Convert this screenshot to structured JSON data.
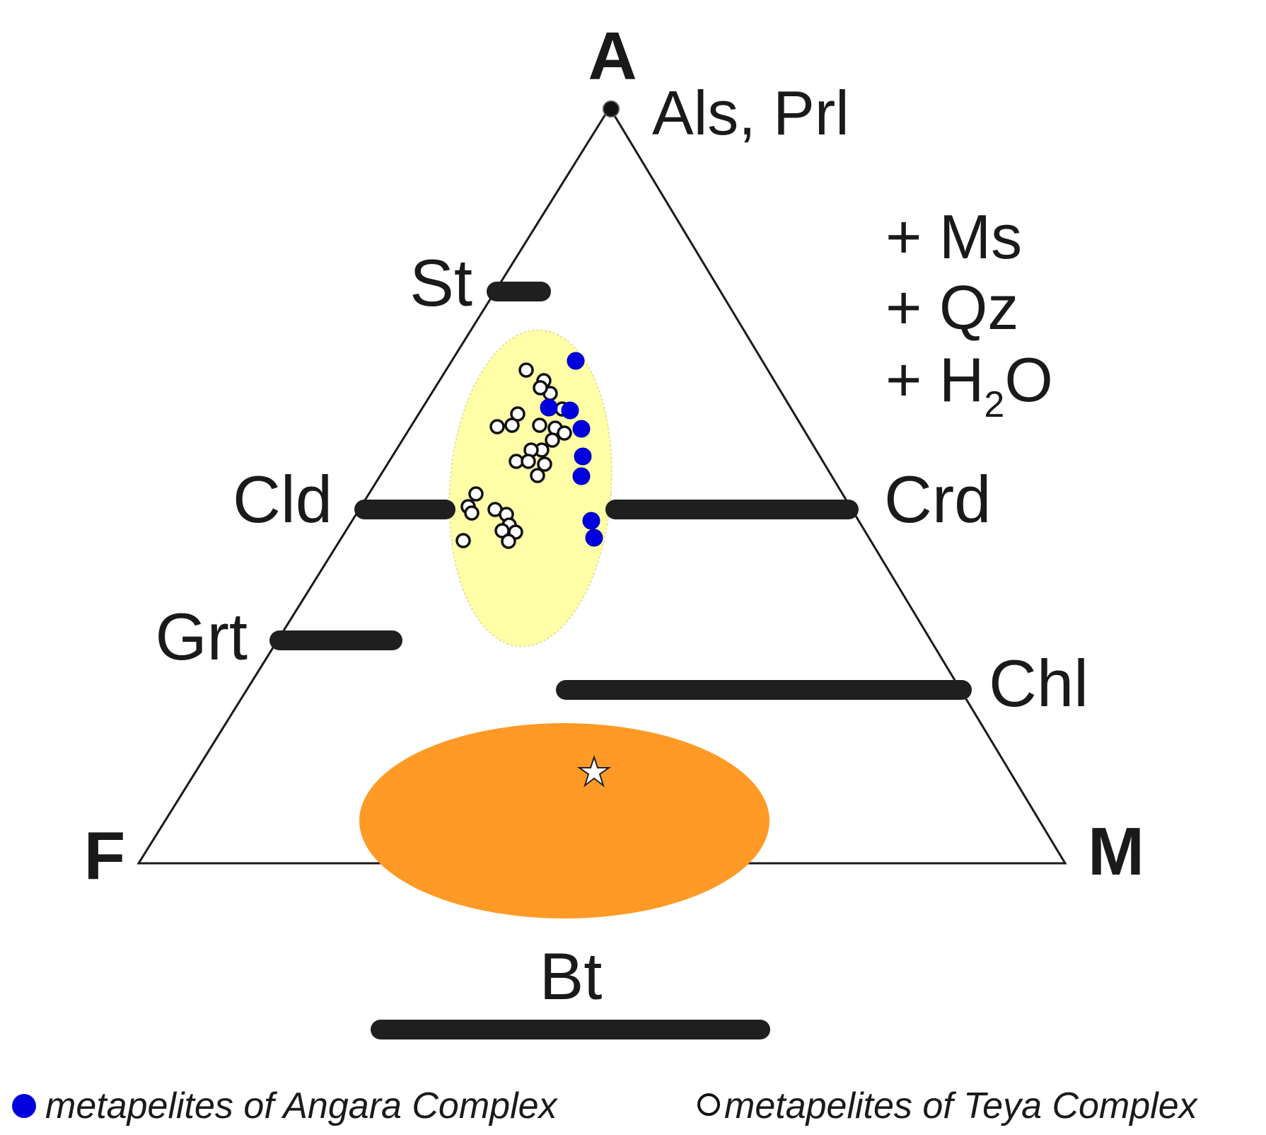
{
  "vertices": {
    "top": "A",
    "left": "F",
    "right": "M"
  },
  "apex_mineral": "Als, Prl",
  "assemblage": {
    "ms": "+ Ms",
    "qz": "+ Qz",
    "h2o_prefix": "+ H",
    "h2o_sub": "2",
    "h2o_suffix": "O"
  },
  "minerals": {
    "st": "St",
    "cld": "Cld",
    "grt": "Grt",
    "crd": "Crd",
    "chl": "Chl",
    "bt": "Bt"
  },
  "legend": {
    "angara": {
      "label": "metapelites of Angara Complex",
      "color": "#0000dd"
    },
    "teya": {
      "label": "metapelites of Teya Complex",
      "color": "#ffffff"
    }
  },
  "colors": {
    "yellow_field": "#ffffa8",
    "orange_field": "#ff9a26",
    "bars": "#1f1f1f"
  }
}
